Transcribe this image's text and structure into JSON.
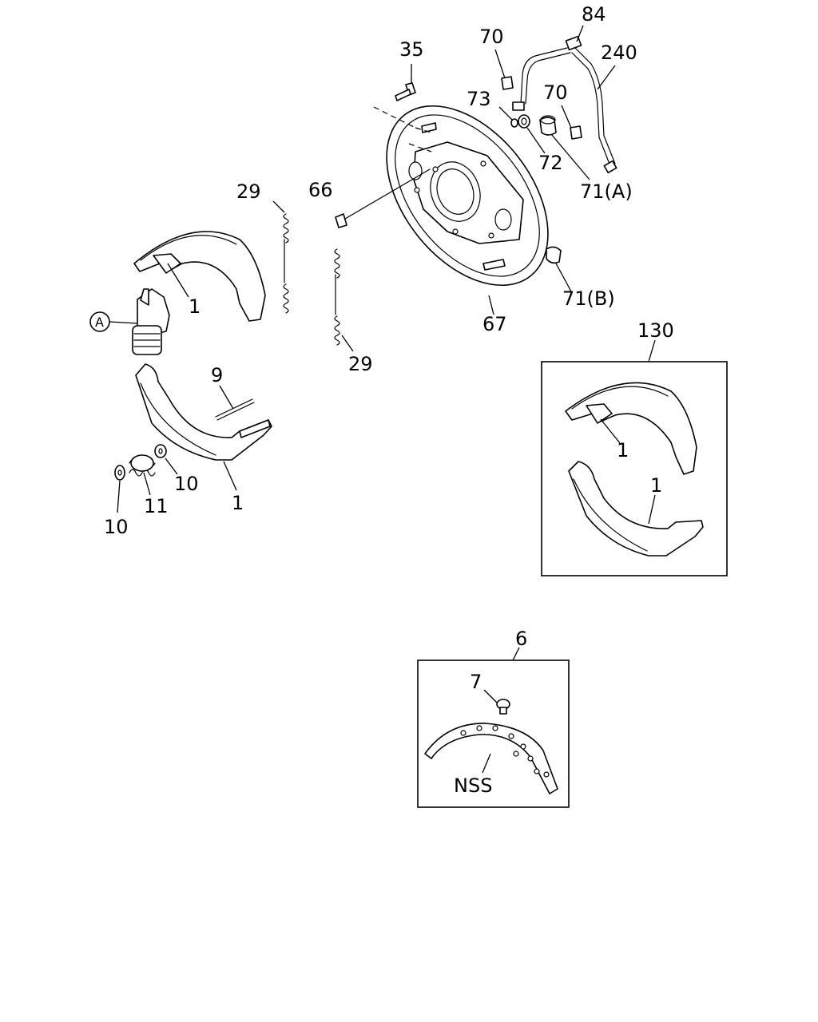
{
  "labels": {
    "l84": "84",
    "l240": "240",
    "l70a": "70",
    "l70b": "70",
    "l35": "35",
    "l73": "73",
    "l72": "72",
    "l71a": "71(A)",
    "l66": "66",
    "l29a": "29",
    "l29b": "29",
    "l1a": "1",
    "la": "A",
    "l67": "67",
    "l71b": "71(B)",
    "l130": "130",
    "l9": "9",
    "l10a": "10",
    "l10b": "10",
    "l11": "11",
    "l1b": "1",
    "l1c": "1",
    "l1d": "1",
    "l6": "6",
    "l7": "7",
    "lnss": "NSS"
  }
}
